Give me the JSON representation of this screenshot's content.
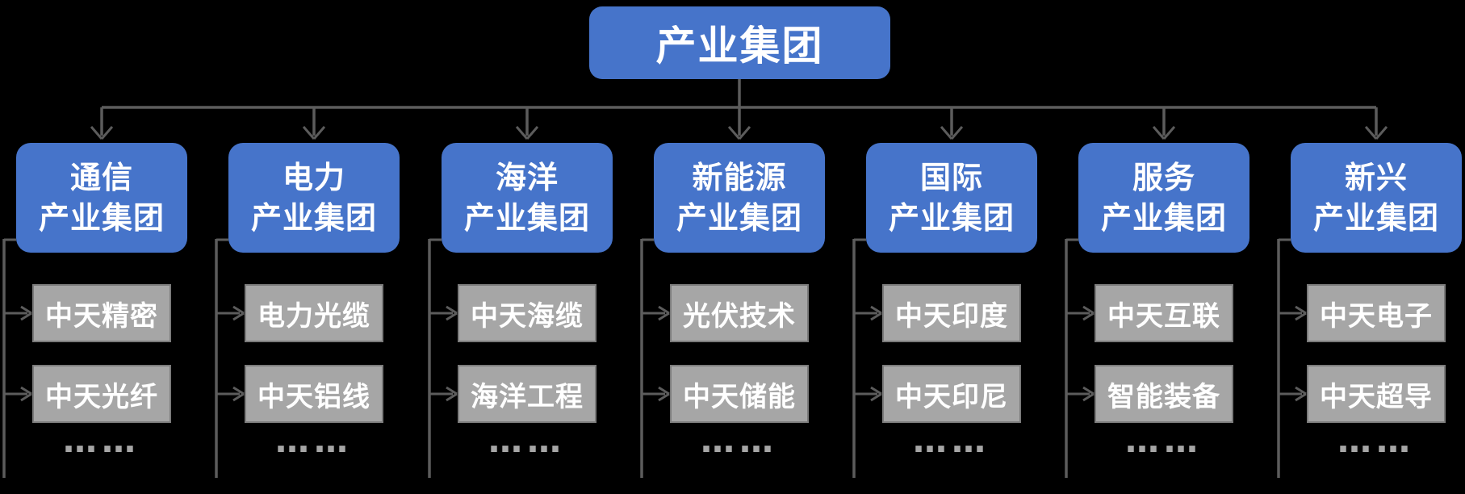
{
  "diagram": {
    "root": {
      "label": "产业集团"
    },
    "ellipsis": "……",
    "groups": [
      {
        "line1": "通信",
        "line2": "产业集团",
        "children": [
          "中天精密",
          "中天光纤"
        ]
      },
      {
        "line1": "电力",
        "line2": "产业集团",
        "children": [
          "电力光缆",
          "中天铝线"
        ]
      },
      {
        "line1": "海洋",
        "line2": "产业集团",
        "children": [
          "中天海缆",
          "海洋工程"
        ]
      },
      {
        "line1": "新能源",
        "line2": "产业集团",
        "children": [
          "光伏技术",
          "中天储能"
        ]
      },
      {
        "line1": "国际",
        "line2": "产业集团",
        "children": [
          "中天印度",
          "中天印尼"
        ]
      },
      {
        "line1": "服务",
        "line2": "产业集团",
        "children": [
          "中天互联",
          "智能装备"
        ]
      },
      {
        "line1": "新兴",
        "line2": "产业集团",
        "children": [
          "中天电子",
          "中天超导"
        ]
      }
    ],
    "colors": {
      "node_blue": "#4674CA",
      "node_gray": "#A6A6A6",
      "gray_border": "#7B7B7B",
      "connector": "#5C5C5C",
      "text": "#FFFFFF",
      "background": "#000000"
    }
  }
}
